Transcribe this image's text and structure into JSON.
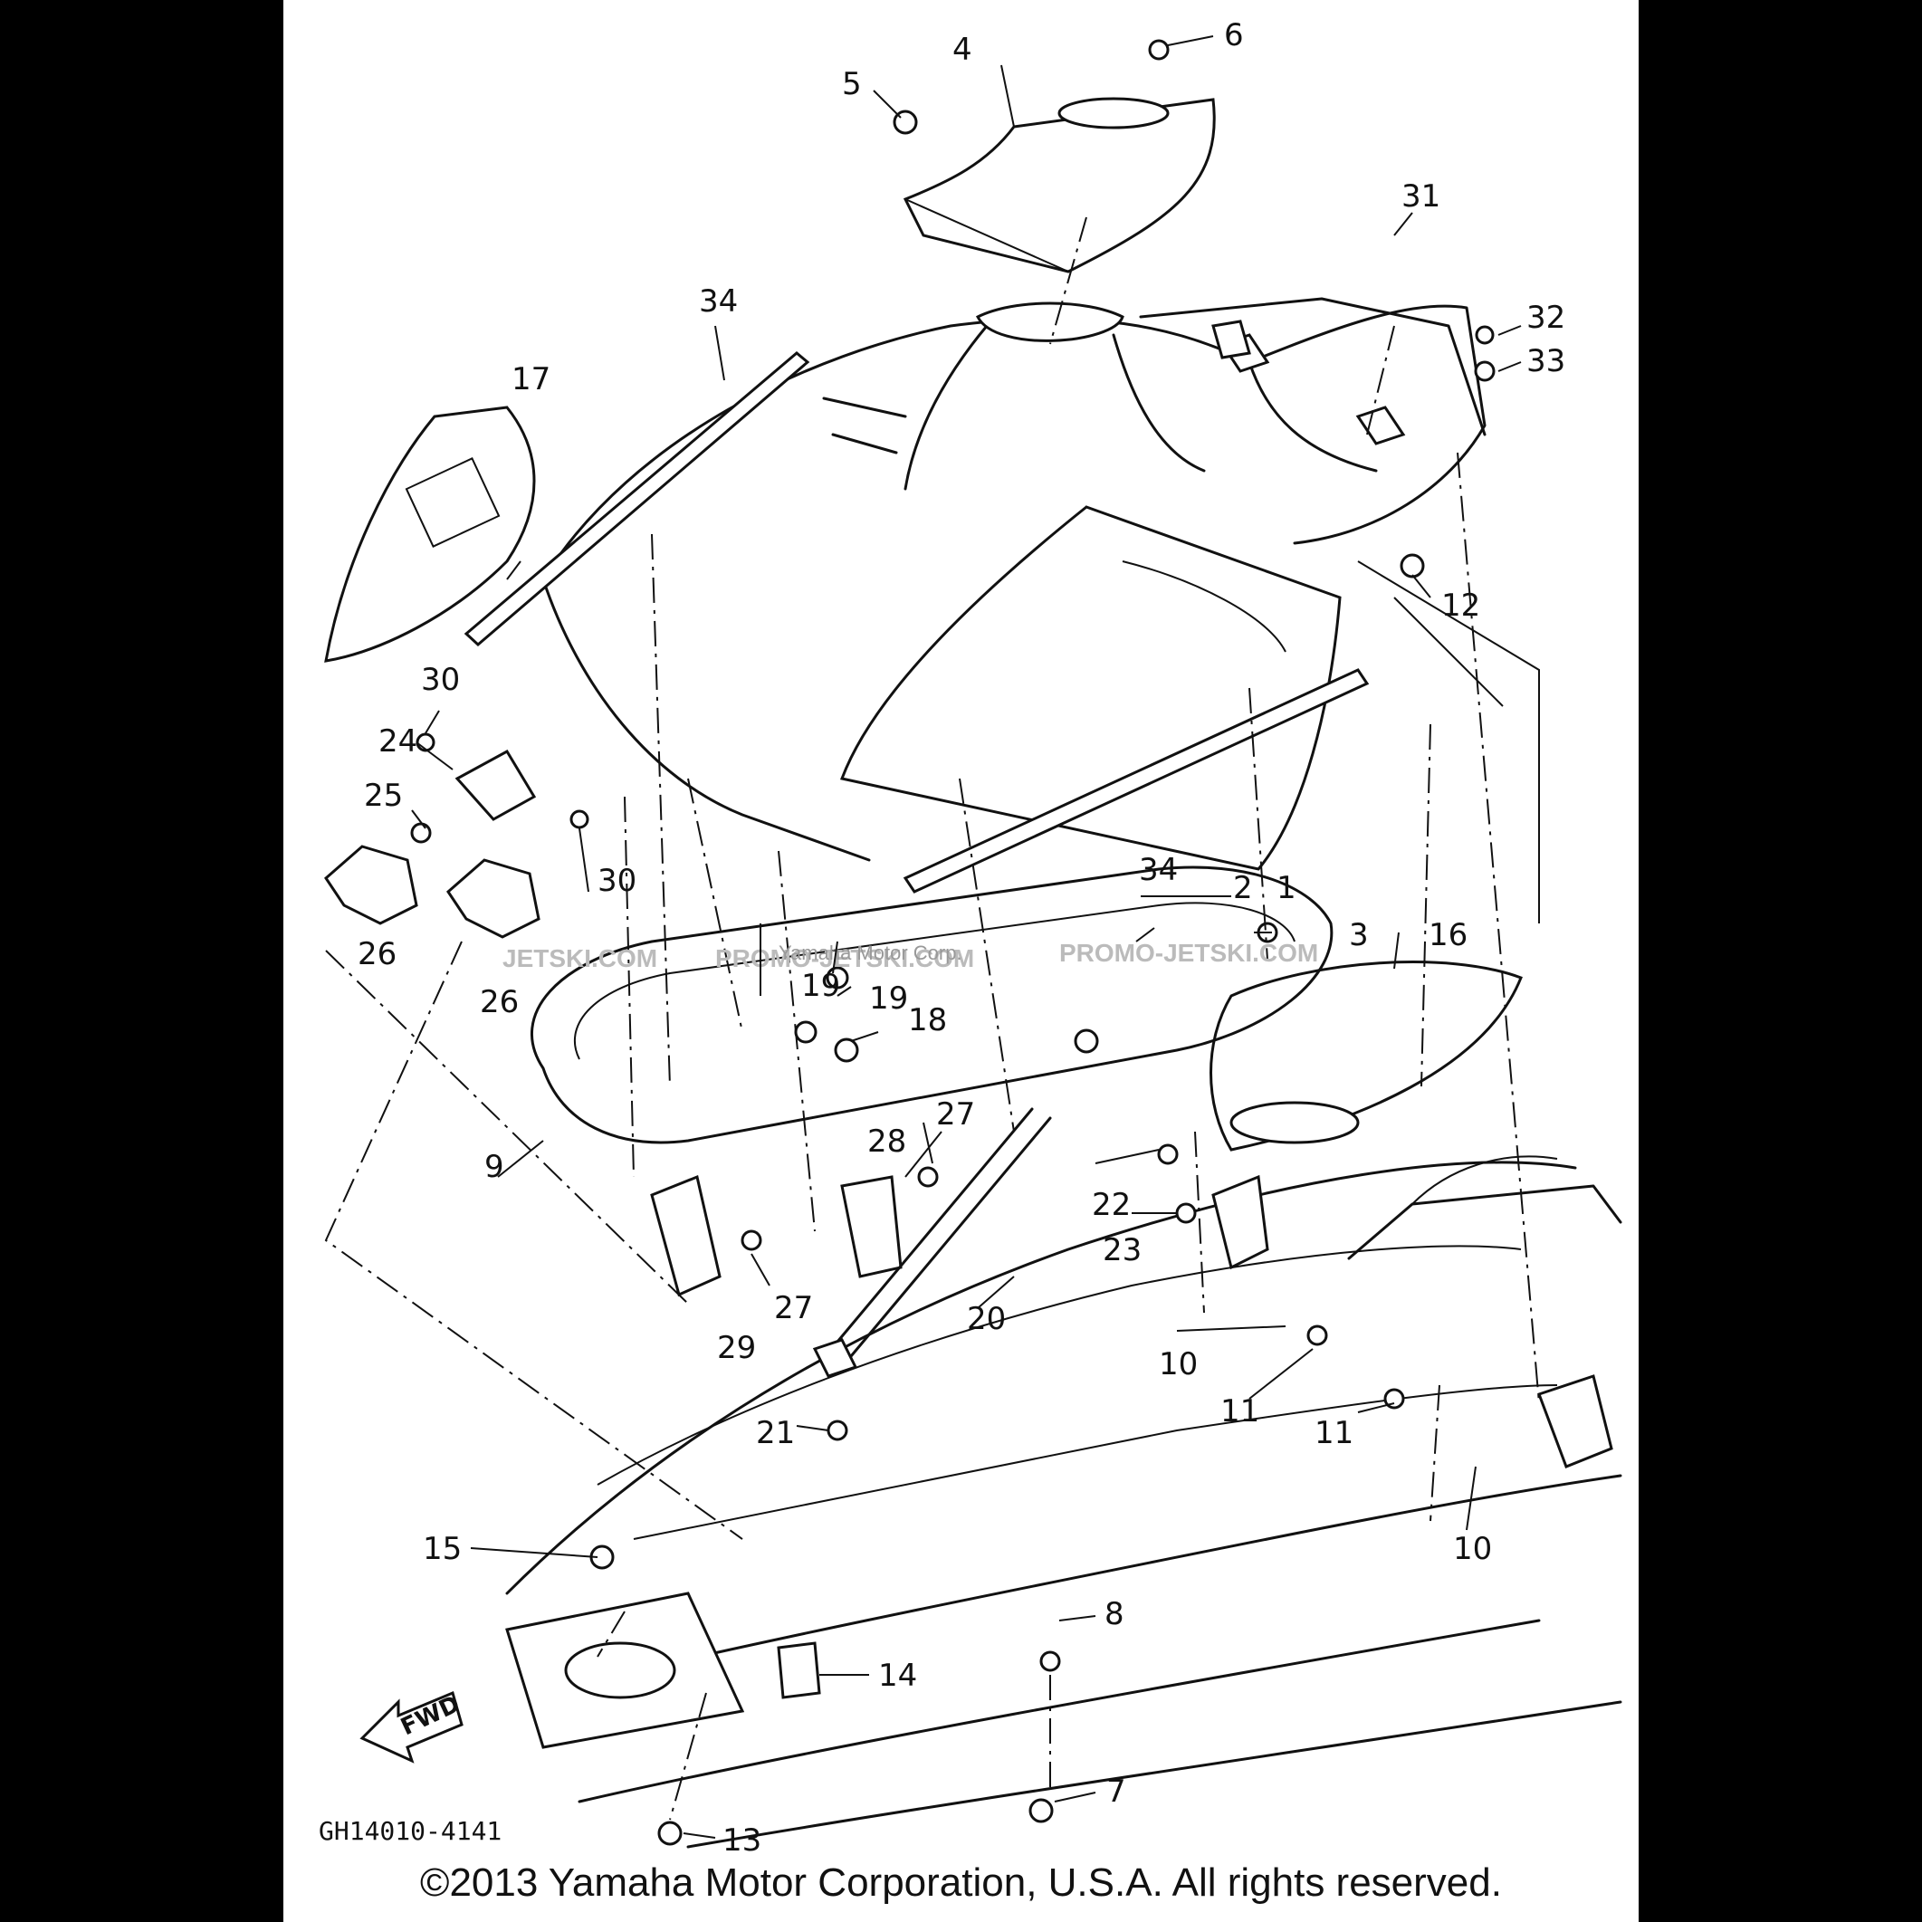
{
  "diagram": {
    "code": "GH14010-4141",
    "fwd_label": "FWD",
    "watermarks": [
      "JETSKI.COM",
      "PROMO-JETSKI.COM",
      "PROMO-JETSKI.COM"
    ],
    "watermark_small": "Yamaha Motor Corp.",
    "callouts": {
      "c1": "1",
      "c2": "2",
      "c3": "3",
      "c4": "4",
      "c5": "5",
      "c6": "6",
      "c7": "7",
      "c8": "8",
      "c9": "9",
      "c10a": "10",
      "c10b": "10",
      "c11a": "11",
      "c11b": "11",
      "c12": "12",
      "c13": "13",
      "c14": "14",
      "c15": "15",
      "c16": "16",
      "c17": "17",
      "c18": "18",
      "c19a": "19",
      "c19b": "19",
      "c20": "20",
      "c21": "21",
      "c22": "22",
      "c23": "23",
      "c24": "24",
      "c25": "25",
      "c26a": "26",
      "c26b": "26",
      "c27a": "27",
      "c27b": "27",
      "c28": "28",
      "c29": "29",
      "c30a": "30",
      "c30b": "30",
      "c31": "31",
      "c32": "32",
      "c33": "33",
      "c34a": "34",
      "c34b": "34"
    }
  },
  "footer": {
    "copyright": "©2013 Yamaha Motor Corporation, U.S.A. All rights reserved."
  }
}
